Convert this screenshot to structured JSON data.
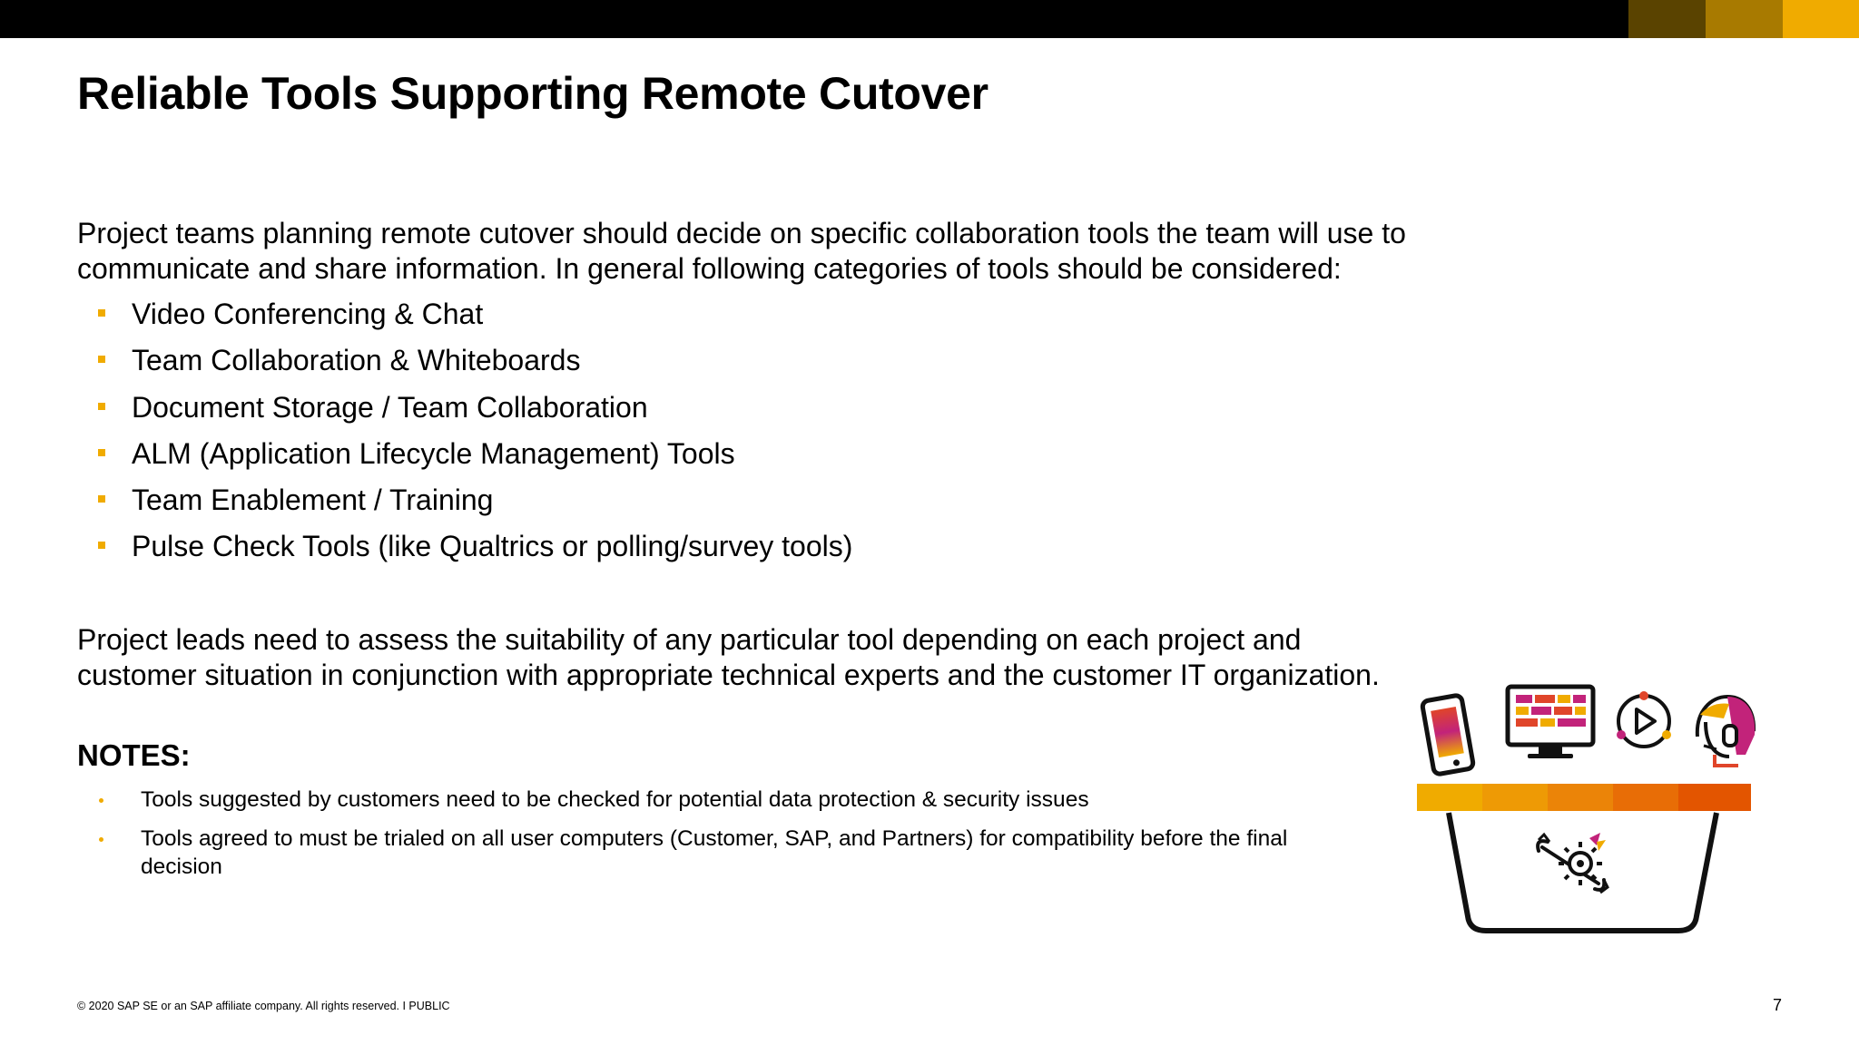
{
  "slide": {
    "title": "Reliable Tools Supporting Remote Cutover",
    "intro": "Project teams planning remote cutover should decide on specific collaboration tools the team will use to communicate and share information. In general following categories of tools should be considered:",
    "tool_categories": [
      "Video Conferencing & Chat",
      "Team Collaboration & Whiteboards",
      "Document Storage / Team Collaboration",
      "ALM (Application Lifecycle Management) Tools",
      "Team Enablement / Training",
      "Pulse Check Tools (like Qualtrics or polling/survey tools)"
    ],
    "assessment": "Project leads need to assess the suitability of any particular tool depending on each project and customer situation in conjunction with appropriate technical experts and the customer IT organization.",
    "notes_heading": "NOTES:",
    "notes": [
      "Tools suggested by customers need to be checked for potential data protection & security issues",
      "Tools agreed to must be trialed on all user computers (Customer, SAP, and Partners) for compatibility before the final decision"
    ]
  },
  "footer": {
    "copyright": "© 2020 SAP SE or an SAP affiliate company. All rights reserved.   I   PUBLIC",
    "page_number": "7"
  },
  "illustration": {
    "icons": [
      "smartphone-icon",
      "monitor-dashboard-icon",
      "video-play-icon",
      "headset-agent-icon",
      "basket-icon",
      "wrench-gear-icon"
    ]
  },
  "colors": {
    "top_bar": "#000000",
    "accent_dark": "#5a4300",
    "accent_mid": "#a87a00",
    "accent_gold": "#f0ab00",
    "bullet": "#f0ab00",
    "basket_band_start": "#f0ab00",
    "basket_band_end": "#e35500"
  }
}
